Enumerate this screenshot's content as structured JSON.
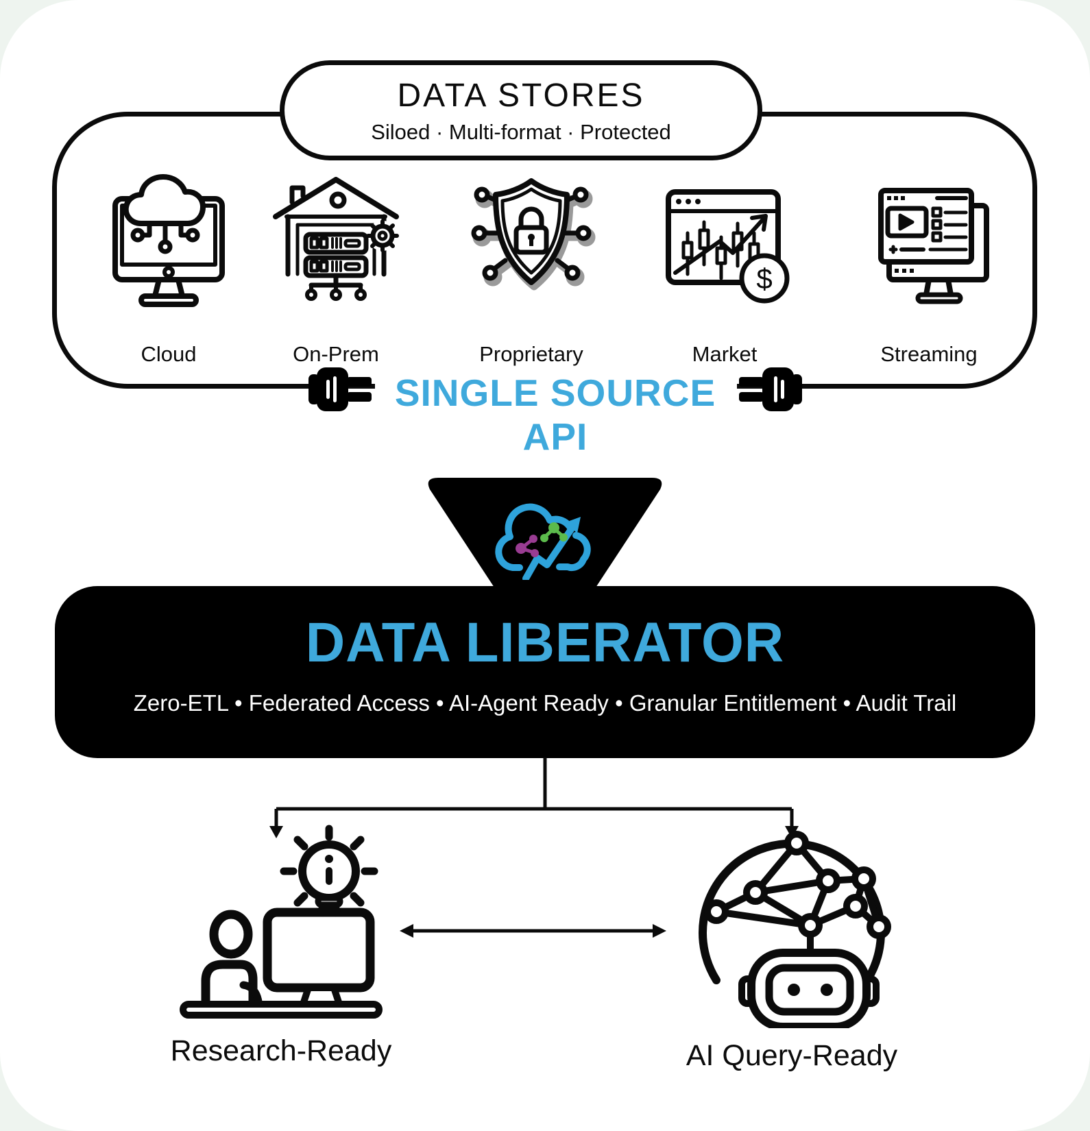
{
  "header": {
    "title": "DATA STORES",
    "subtitle": "Siloed · Multi-format · Protected"
  },
  "data_stores": {
    "items": [
      {
        "label": "Cloud",
        "icon": "cloud-monitor-icon"
      },
      {
        "label": "On-Prem",
        "icon": "server-house-icon"
      },
      {
        "label": "Proprietary",
        "icon": "shield-lock-icon"
      },
      {
        "label": "Market",
        "icon": "market-chart-icon"
      },
      {
        "label": "Streaming",
        "icon": "streaming-monitor-icon"
      }
    ]
  },
  "api": {
    "line1": "SINGLE SOURCE",
    "line2": "API",
    "accent_color": "#3FA9DC"
  },
  "liberator": {
    "title": "DATA LIBERATOR",
    "features": "Zero-ETL • Federated Access • AI-Agent Ready • Granular Entitlement • Audit Trail",
    "title_color": "#3FA9DC",
    "background_color": "#000000"
  },
  "outputs": [
    {
      "label": "Research-Ready",
      "icon": "researcher-desk-icon"
    },
    {
      "label": "AI Query-Ready",
      "icon": "ai-robot-network-icon"
    }
  ],
  "logo": {
    "name": "brain-cloud-logo",
    "colors": {
      "blue": "#2EA3DB",
      "green": "#5CBB4C",
      "purple": "#993C92"
    }
  },
  "icons": {
    "market_dollar": "$"
  }
}
